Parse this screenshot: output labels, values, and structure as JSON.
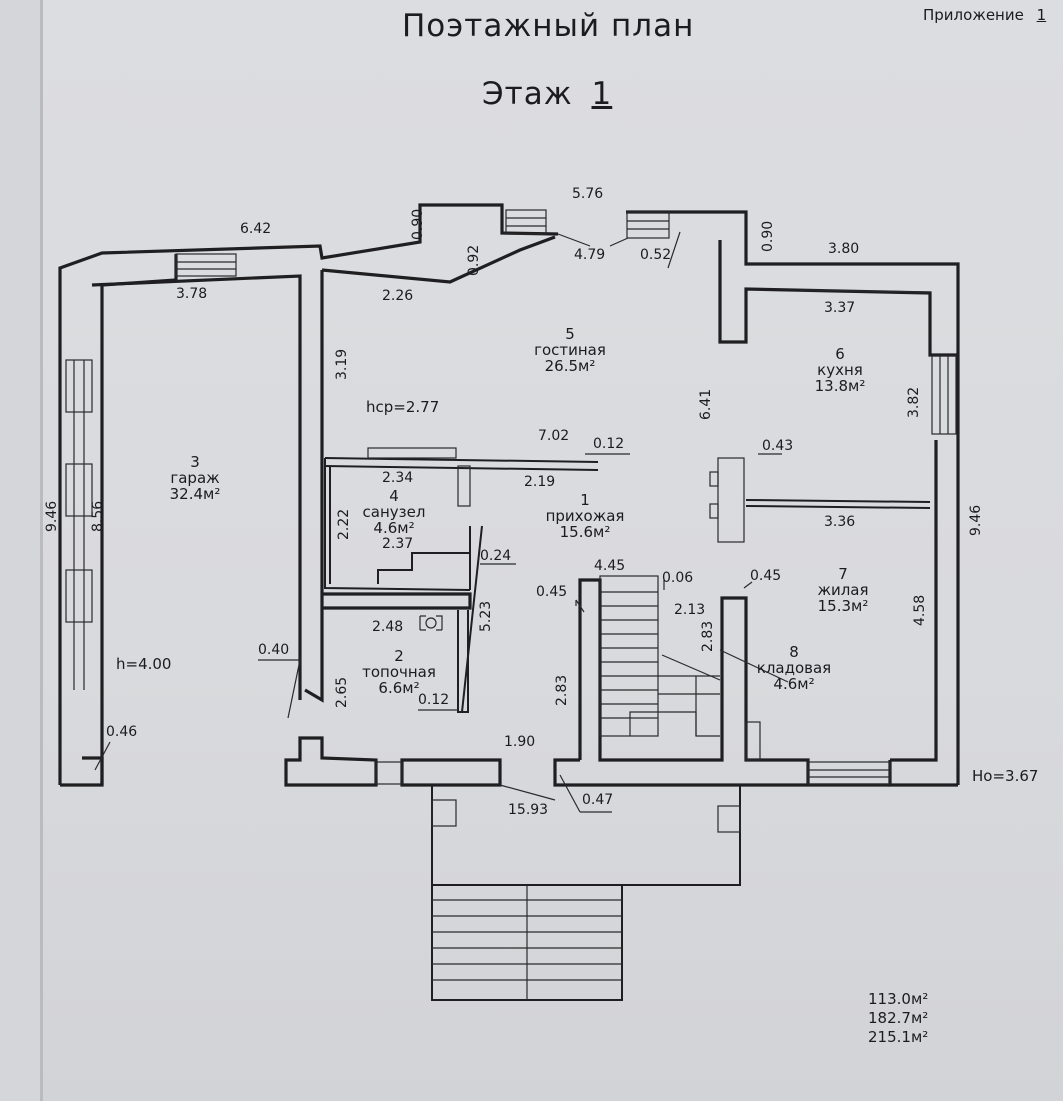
{
  "header": {
    "appendix_label": "Приложение",
    "appendix_number": "1",
    "title": "Поэтажный план",
    "floor_label": "Этаж",
    "floor_number": "1"
  },
  "rooms": [
    {
      "num": "1",
      "name": "прихожая",
      "area": "15.6м²"
    },
    {
      "num": "2",
      "name": "топочная",
      "area": "6.6м²"
    },
    {
      "num": "3",
      "name": "гараж",
      "area": "32.4м²"
    },
    {
      "num": "4",
      "name": "санузел",
      "area": "4.6м²"
    },
    {
      "num": "5",
      "name": "гостиная",
      "area": "26.5м²"
    },
    {
      "num": "6",
      "name": "кухня",
      "area": "13.8м²"
    },
    {
      "num": "7",
      "name": "жилая",
      "area": "15.3м²"
    },
    {
      "num": "8",
      "name": "кладовая",
      "area": "4.6м²"
    }
  ],
  "dimensions": {
    "d_642": "6.42",
    "d_090a": "0.90",
    "d_576": "5.76",
    "d_090b": "0.90",
    "d_380": "3.80",
    "d_092": "0.92",
    "d_479": "4.79",
    "d_052": "0.52",
    "d_378": "3.78",
    "d_226": "2.26",
    "d_337": "3.37",
    "d_319": "3.19",
    "d_641": "6.41",
    "d_382": "3.82",
    "d_702": "7.02",
    "d_012a": "0.12",
    "d_043": "0.43",
    "d_234": "2.34",
    "d_219": "2.19",
    "d_336": "3.36",
    "d_222": "2.22",
    "d_237": "2.37",
    "d_024": "0.24",
    "d_946a": "9.46",
    "d_856": "8.56",
    "d_946b": "9.46",
    "d_445": "4.45",
    "d_006": "0.06",
    "d_045a": "0.45",
    "d_045b": "0.45",
    "d_213": "2.13",
    "d_248": "2.48",
    "d_523": "5.23",
    "d_283a": "2.83",
    "d_458": "4.58",
    "d_040": "0.40",
    "d_265": "2.65",
    "d_012b": "0.12",
    "d_283b": "2.83",
    "d_046": "0.46",
    "d_190": "1.90",
    "d_1593": "15.93",
    "d_047": "0.47"
  },
  "heights": {
    "hcp": "hср=2.77",
    "h_garage": "h=4.00",
    "ho": "Hо=3.67"
  },
  "totals": [
    "113.0м²",
    "182.7м²",
    "215.1м²"
  ]
}
